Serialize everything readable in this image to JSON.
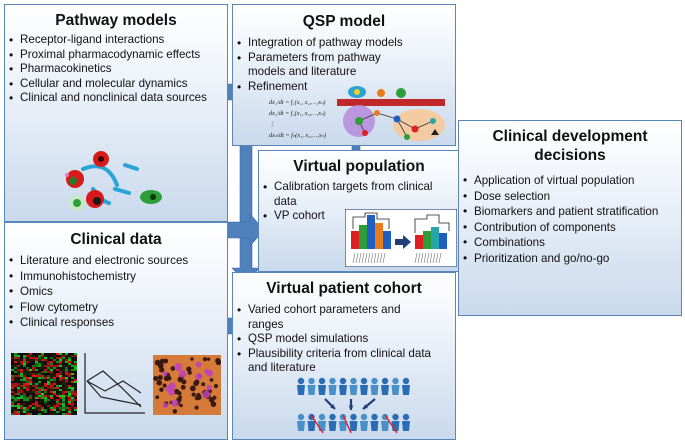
{
  "pathway": {
    "title": "Pathway models",
    "items": [
      "Receptor-ligand interactions",
      "Proximal pharmacodynamic effects",
      "Pharmacokinetics",
      "Cellular and molecular dynamics",
      "Clinical and nonclinical data sources"
    ]
  },
  "qsp": {
    "title": "QSP model",
    "items": [
      "Integration of pathway models",
      "Parameters from pathway models and literature",
      "Refinement"
    ]
  },
  "virtual_population": {
    "title": "Virtual population",
    "items": [
      "Calibration targets from clinical data",
      "VP cohort"
    ]
  },
  "clinical_data": {
    "title": "Clinical data",
    "items": [
      "Literature and electronic sources",
      "Immunohistochemistry",
      "Omics",
      "Flow cytometry",
      "Clinical responses"
    ]
  },
  "virtual_patient_cohort": {
    "title": "Virtual patient cohort",
    "items": [
      "Varied cohort parameters and ranges",
      "QSP model simulations",
      "Plausibility criteria from clinical data and literature"
    ]
  },
  "decisions": {
    "title": "Clinical development decisions",
    "items": [
      "Application of virtual population",
      "Dose selection",
      "Biomarkers and patient stratification",
      "Contribution of components",
      "Combinations",
      "Prioritization and go/no-go"
    ]
  },
  "colors": {
    "panel_border": "#5b86b8",
    "arrow": "#4f81bd",
    "red": "#e02020",
    "green": "#2e9e3a",
    "blue_bar": "#1f5fc4",
    "teal": "#26a6a6",
    "orange": "#e87b1a"
  },
  "equations": [
    "dx₁/dt = f₁(x₁, x₂,…,xₙ)",
    "dx₂/dt = f₂(x₁, x₂,…,xₙ)",
    "dxₙ/dt = fₙ(x₁, x₂,…,xₙ)"
  ]
}
